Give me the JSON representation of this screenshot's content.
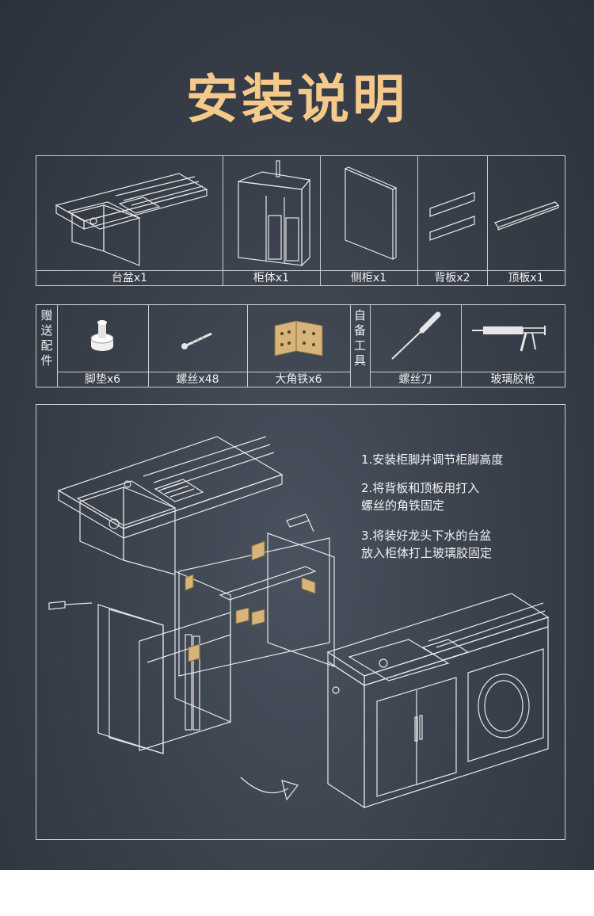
{
  "title": "安装说明",
  "parts": [
    {
      "label": "台盆x1",
      "icon": "sink-countertop"
    },
    {
      "label": "柜体x1",
      "icon": "cabinet-body"
    },
    {
      "label": "侧柜x1",
      "icon": "side-panel"
    },
    {
      "label": "背板x2",
      "icon": "back-boards"
    },
    {
      "label": "顶板x1",
      "icon": "top-board"
    }
  ],
  "gift_label": [
    "赠",
    "送",
    "配",
    "件"
  ],
  "gifts": [
    {
      "label": "脚垫x6",
      "icon": "foot-pad"
    },
    {
      "label": "螺丝x48",
      "icon": "screw"
    },
    {
      "label": "大角铁x6",
      "icon": "corner-bracket"
    }
  ],
  "tool_label": [
    "自",
    "备",
    "工",
    "具"
  ],
  "tools": [
    {
      "label": "螺丝刀",
      "icon": "screwdriver"
    },
    {
      "label": "玻璃胶枪",
      "icon": "caulking-gun"
    }
  ],
  "steps": [
    {
      "line1": "1.安装柜脚并调节柜脚高度",
      "line2": ""
    },
    {
      "line1": "2.将背板和顶板用打入",
      "line2": "螺丝的角铁固定"
    },
    {
      "line1": "3.将装好龙头下水的台盆",
      "line2": "放入柜体打上玻璃胶固定"
    }
  ],
  "colors": {
    "background": "#363c46",
    "title": "#f5c98a",
    "line": "#c9ccd1",
    "bracket": "#d7b47a"
  }
}
